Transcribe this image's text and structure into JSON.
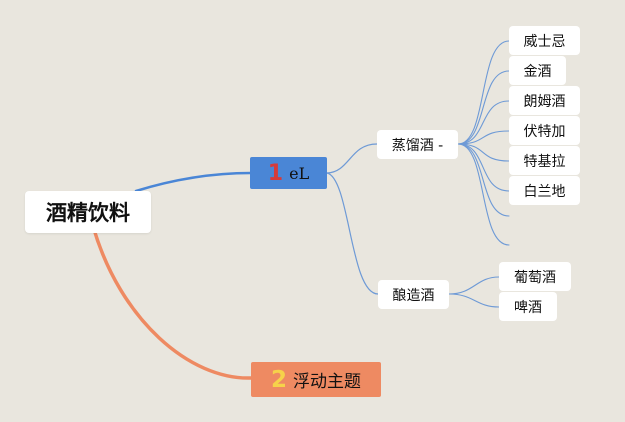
{
  "diagram": {
    "root": {
      "label": "酒精饮料"
    },
    "branches": [
      {
        "number": "1",
        "label": "eL",
        "children": [
          {
            "label": "蒸馏酒 -",
            "leaves": [
              "威士忌",
              "金酒",
              "朗姆酒",
              "伏特加",
              "特基拉",
              "白兰地",
              "",
              ""
            ]
          },
          {
            "label": "酿造酒",
            "leaves": [
              "葡萄酒",
              "啤酒"
            ]
          }
        ]
      },
      {
        "number": "2",
        "label": "浮动主题"
      }
    ]
  },
  "colors": {
    "background": "#e9e6de",
    "branch1": "#4a86d6",
    "branch1_number": "#d63b3b",
    "branch2": "#ee8a62",
    "branch2_number": "#f6d24a",
    "connector": "#6e9ad6"
  }
}
